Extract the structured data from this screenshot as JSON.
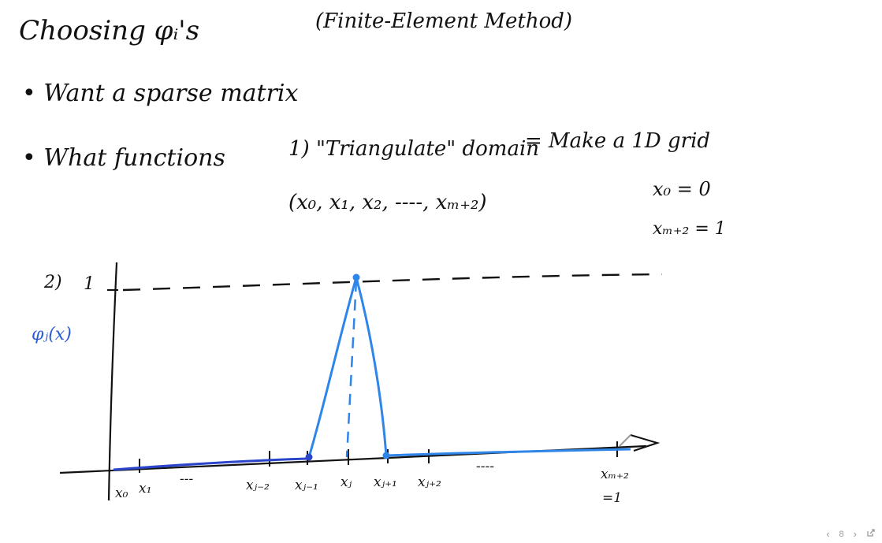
{
  "notes": {
    "title": "Choosing φᵢ's",
    "subtitle": "(Finite-Element Method)",
    "bullet1": "• Want a sparse matrix",
    "bullet2": "• What functions",
    "step1": "1) \"Triangulate\" domain",
    "step1_eq": "= Make a 1D grid",
    "nodes_list": "(x₀, x₁, x₂, ----, xₘ₊₂)",
    "x0_eq": "x₀ = 0",
    "xm_eq": "xₘ₊₂ = 1",
    "step2": "2)",
    "y_one": "1",
    "phi_label": "φⱼ(x)",
    "x_labels": {
      "x0": "x₀",
      "x1": "x₁",
      "dash1": "---",
      "xjm2": "xⱼ₋₂",
      "xjm1": "xⱼ₋₁",
      "xj": "xⱼ",
      "xjp1": "xⱼ₊₁",
      "xjp2": "xⱼ₊₂",
      "dash2": "----",
      "xm2": "xₘ₊₂",
      "eq1": "=1"
    },
    "colors": {
      "ink": "#111111",
      "phi": "#2f86e8",
      "phi_dark": "#2a45c9"
    }
  },
  "pager": {
    "prev": "‹",
    "page": "8",
    "next": "›",
    "action_icon": "share-icon"
  }
}
